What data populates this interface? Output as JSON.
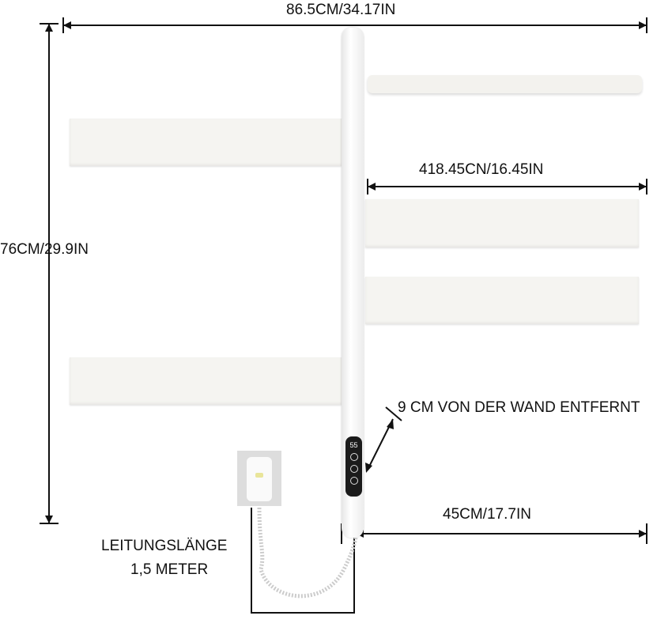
{
  "dimensions": {
    "total_width": "86.5CM/34.17IN",
    "height": "76CM/29.9IN",
    "bar_length": "418.45CN/16.45IN",
    "wall_distance": "9 CM VON DER WAND ENTFERNT",
    "depth": "45CM/17.7IN"
  },
  "cable": {
    "line1": "LEITUNGSLÄNGE",
    "line2": "1,5 METER"
  },
  "control_panel": {
    "display": "55"
  }
}
